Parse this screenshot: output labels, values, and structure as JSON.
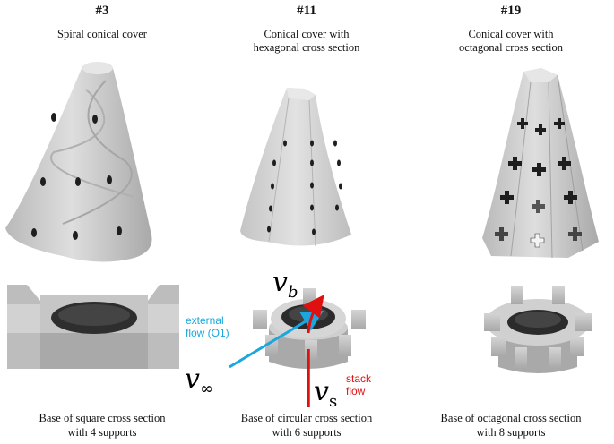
{
  "columns": [
    {
      "id": "#3",
      "subtitle": "Spiral conical cover",
      "caption": "Base of square cross section\nwith 4 supports"
    },
    {
      "id": "#11",
      "subtitle": "Conical cover with\nhexagonal cross section",
      "caption": "Base of circular cross section\nwith 6 supports"
    },
    {
      "id": "#19",
      "subtitle": "Conical cover with\noctagonal cross section",
      "caption": "Base of octagonal cross section\nwith 8 supports"
    }
  ],
  "annotations": {
    "external_flow": "external\nflow (O1)",
    "stack_flow": "stack\nflow",
    "v_b": "v",
    "v_b_sub": "b",
    "v_inf": "v",
    "v_inf_sub": "∞",
    "v_s": "v",
    "v_s_sub": "s"
  },
  "colors": {
    "external_flow": "#1aa7e0",
    "stack_flow": "#e01010",
    "part_gray": "#c8c8c8",
    "hole_dark": "#1e1e1e"
  }
}
